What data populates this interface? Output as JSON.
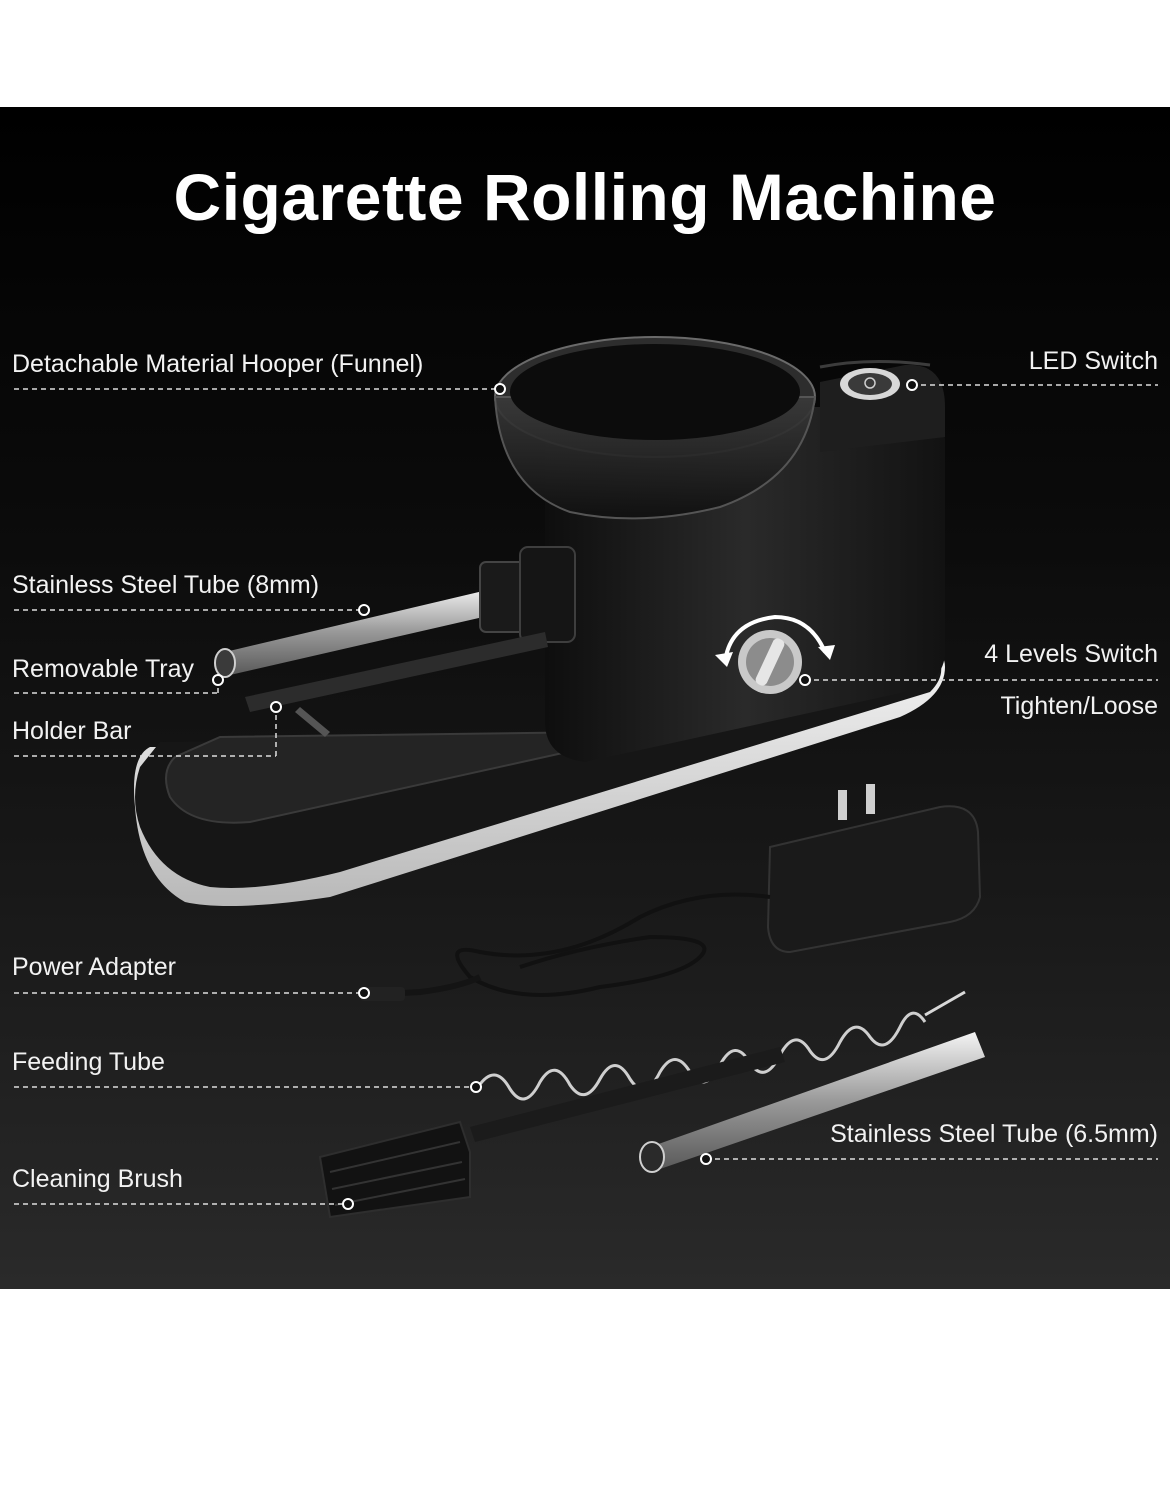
{
  "title": "Cigarette Rolling Machine",
  "callouts": {
    "hopper": "Detachable Material Hooper (Funnel)",
    "led_switch": "LED Switch",
    "tube_8mm": "Stainless Steel Tube (8mm)",
    "removable_tray": "Removable Tray",
    "levels_switch": "4 Levels Switch",
    "tighten_loose": "Tighten/Loose",
    "holder_bar": "Holder Bar",
    "power_adapter": "Power Adapter",
    "feeding_tube": "Feeding Tube",
    "tube_65mm": "Stainless Steel Tube (6.5mm)",
    "cleaning_brush": "Cleaning Brush"
  },
  "colors": {
    "background": "#000000",
    "text": "#ffffff",
    "machine_body": "#1c1c1c",
    "base_stripe": "#e8e8e8"
  }
}
